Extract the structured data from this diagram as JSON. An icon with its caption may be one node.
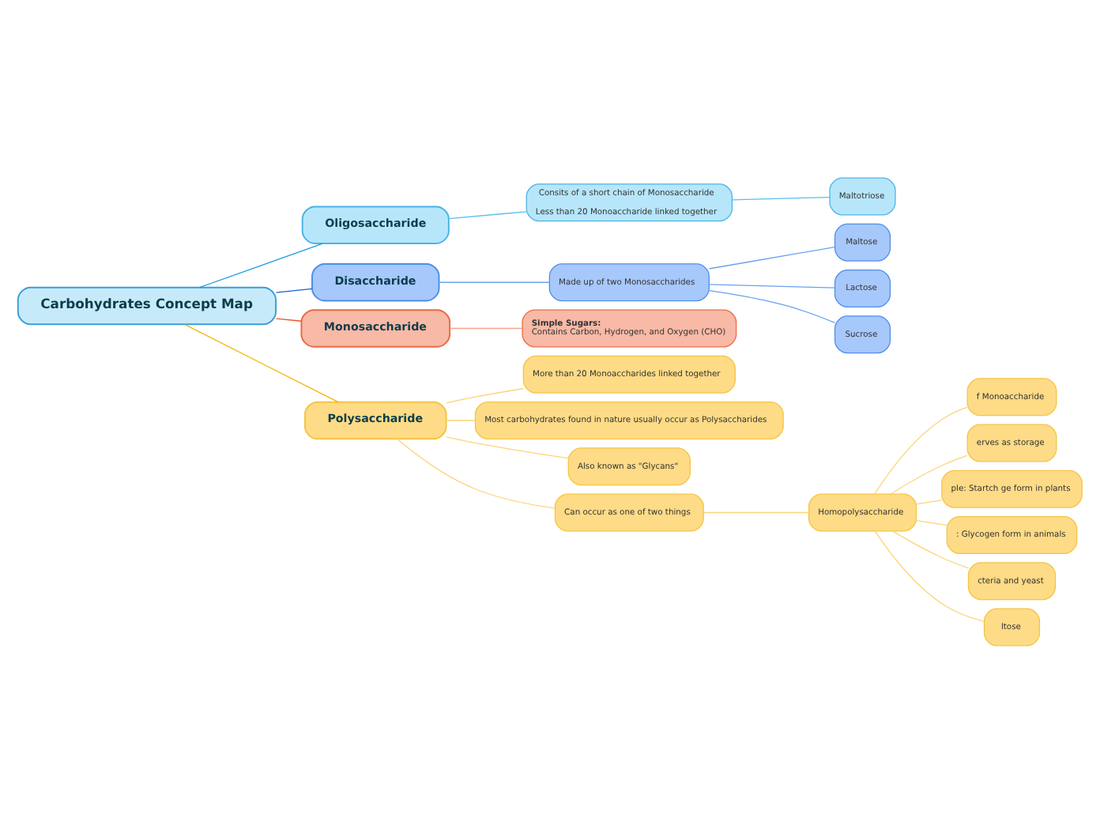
{
  "diagram": {
    "nodes": [
      {
        "text": [
          "Carbohydrates Concept Map"
        ]
      },
      {
        "text": [
          "Oligosaccharide"
        ]
      },
      {
        "text": [
          "Consits of a short chain of Monosaccharide",
          "Less than 20 Monoaccharide linked together"
        ]
      },
      {
        "text": [
          "Maltotriose"
        ]
      },
      {
        "text": [
          "Disaccharide"
        ]
      },
      {
        "text": [
          "Made up of two Monosaccharides"
        ]
      },
      {
        "text": [
          "Maltose"
        ]
      },
      {
        "text": [
          "Lactose"
        ]
      },
      {
        "text": [
          "Sucrose"
        ]
      },
      {
        "text": [
          "Monosaccharide"
        ]
      },
      {
        "text": [
          "Simple Sugars:",
          "Contains Carbon, Hydrogen, and Oxygen (CHO)"
        ]
      },
      {
        "text": [
          "Polysaccharide"
        ]
      },
      {
        "text": [
          "More than 20 Monoaccharides linked together"
        ]
      },
      {
        "text": [
          "Most carbohydrates found in nature usually occur as Polysaccharides"
        ]
      },
      {
        "text": [
          "Also known as \"Glycans\""
        ]
      },
      {
        "text": [
          "Can occur as one of two things"
        ]
      },
      {
        "text": [
          "Homopolysaccharide"
        ]
      },
      {
        "text": [
          "f Monoaccharide"
        ]
      },
      {
        "text": [
          "erves as storage"
        ]
      },
      {
        "text": [
          "ple: Startch ge form in plants"
        ]
      },
      {
        "text": [
          ": Glycogen form in animals"
        ]
      },
      {
        "text": [
          "cteria and yeast"
        ]
      },
      {
        "text": [
          "ltose"
        ]
      }
    ],
    "edges": [
      {
        "from": 0,
        "to": 1,
        "arrow": "none",
        "color": "#1a9de0"
      },
      {
        "from": 1,
        "to": 2,
        "arrow": "none",
        "color": "#5bbfea"
      },
      {
        "from": 2,
        "to": 3,
        "arrow": "none",
        "color": "#5bbfea"
      },
      {
        "from": 0,
        "to": 4,
        "arrow": "none",
        "color": "#1a5fcf"
      },
      {
        "from": 4,
        "to": 5,
        "arrow": "none",
        "color": "#6aa2f0"
      },
      {
        "from": 5,
        "to": 6,
        "arrow": "none",
        "color": "#6aa2f0"
      },
      {
        "from": 5,
        "to": 7,
        "arrow": "none",
        "color": "#6aa2f0"
      },
      {
        "from": 5,
        "to": 8,
        "arrow": "none",
        "color": "#6aa2f0"
      },
      {
        "from": 0,
        "to": 9,
        "arrow": "none",
        "color": "#e8532b"
      },
      {
        "from": 9,
        "to": 10,
        "arrow": "none",
        "color": "#f4a58a"
      },
      {
        "from": 0,
        "to": 11,
        "arrow": "none",
        "color": "#f5b400"
      },
      {
        "from": 11,
        "to": 12,
        "arrow": "none"
      },
      {
        "from": 11,
        "to": 13,
        "arrow": "none"
      },
      {
        "from": 11,
        "to": 14,
        "arrow": "none"
      },
      {
        "from": 11,
        "to": 15,
        "arrow": "none"
      },
      {
        "from": 15,
        "to": 16,
        "arrow": "none"
      },
      {
        "from": 16,
        "to": 17,
        "arrow": "none"
      },
      {
        "from": 16,
        "to": 18,
        "arrow": "none"
      },
      {
        "from": 16,
        "to": 19,
        "arrow": "none"
      },
      {
        "from": 16,
        "to": 20,
        "arrow": "none"
      },
      {
        "from": 16,
        "to": 21,
        "arrow": "none"
      },
      {
        "from": 16,
        "to": 22,
        "arrow": "none"
      }
    ]
  }
}
